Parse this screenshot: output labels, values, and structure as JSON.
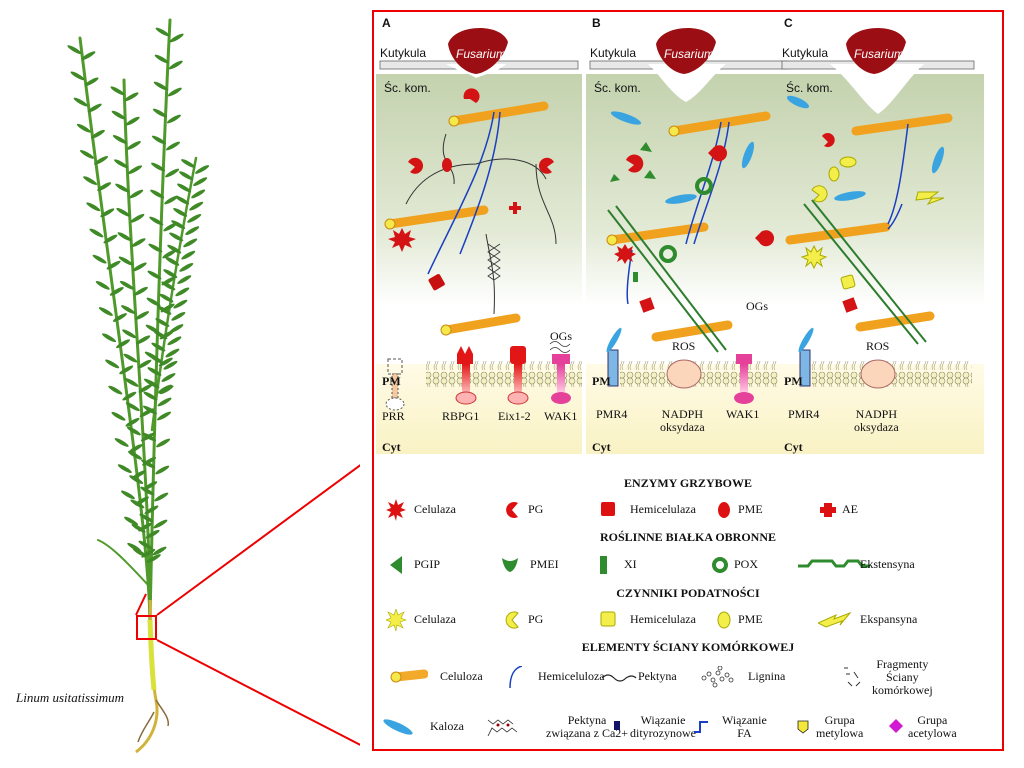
{
  "species_label": "Linum usitatissimum",
  "colors": {
    "frame": "#ee0000",
    "fusarium": "#9b0f14",
    "enzyme_red": "#dd1111",
    "defense_green": "#2e8b2e",
    "susceptibility_yellow": "#f3ee4a",
    "cellulose": "#f3a92a",
    "hemicellulose": "#1a3fc4",
    "callose": "#3aa4e0",
    "acetyl": "#d21ad2",
    "methyl": "#f6e83a",
    "wall_bg_top": "#c6d3b2",
    "cyt_bg": "#fbf6d3"
  },
  "panels": [
    {
      "id": "A",
      "letter": "A",
      "cuticle_label": "Kutykula",
      "pathogen_label": "Fusarium",
      "wall_label": "Śc. kom.",
      "pm_label": "PM",
      "cyt_label": "Cyt",
      "og_label": "OGs",
      "receptors": [
        {
          "name": "PRR",
          "sub": ""
        },
        {
          "name": "RBPG1",
          "sub": ""
        },
        {
          "name": "Eix1-2",
          "sub": ""
        },
        {
          "name": "WAK1",
          "sub": ""
        }
      ]
    },
    {
      "id": "B",
      "letter": "B",
      "cuticle_label": "Kutykula",
      "pathogen_label": "Fusarium",
      "wall_label": "Śc. kom.",
      "pm_label": "PM",
      "cyt_label": "Cyt",
      "og_label": "OGs",
      "ros_label": "ROS",
      "receptors": [
        {
          "name": "PMR4",
          "sub": ""
        },
        {
          "name": "NADPH",
          "sub": "oksydaza"
        },
        {
          "name": "WAK1",
          "sub": ""
        }
      ]
    },
    {
      "id": "C",
      "letter": "C",
      "cuticle_label": "Kutykula",
      "pathogen_label": "Fusarium",
      "wall_label": "Śc. kom.",
      "pm_label": "PM",
      "cyt_label": "Cyt",
      "ros_label": "ROS",
      "receptors": [
        {
          "name": "PMR4",
          "sub": ""
        },
        {
          "name": "NADPH",
          "sub": "oksydaza"
        }
      ]
    }
  ],
  "legend": {
    "sections": [
      {
        "title": "ENZYMY GRZYBOWE",
        "items": [
          {
            "icon": "red-starburst-icon",
            "label": "Celulaza"
          },
          {
            "icon": "red-pacman-icon",
            "label": "PG"
          },
          {
            "icon": "red-square-icon",
            "label": "Hemicelulaza"
          },
          {
            "icon": "red-oval-icon",
            "label": "PME"
          },
          {
            "icon": "red-cross-icon",
            "label": "AE"
          }
        ]
      },
      {
        "title": "ROŚLINNE BIAŁKA OBRONNE",
        "items": [
          {
            "icon": "green-triangle-icon",
            "label": "PGIP"
          },
          {
            "icon": "green-cup-icon",
            "label": "PMEI"
          },
          {
            "icon": "green-block-icon",
            "label": "XI"
          },
          {
            "icon": "green-ring-icon",
            "label": "POX"
          },
          {
            "icon": "green-extensin-icon",
            "label": "Ekstensyna"
          }
        ]
      },
      {
        "title": "CZYNNIKI PODATNOŚCI",
        "items": [
          {
            "icon": "yellow-starburst-icon",
            "label": "Celulaza"
          },
          {
            "icon": "yellow-pacman-icon",
            "label": "PG"
          },
          {
            "icon": "yellow-square-icon",
            "label": "Hemicelulaza"
          },
          {
            "icon": "yellow-oval-icon",
            "label": "PME"
          },
          {
            "icon": "yellow-lightning-icon",
            "label": "Ekspansyna"
          }
        ]
      },
      {
        "title": "ELEMENTY ŚCIANY KOMÓRKOWEJ",
        "items": [
          {
            "icon": "cellulose-rod-icon",
            "label": "Celuloza"
          },
          {
            "icon": "hemicellulose-curve-icon",
            "label": "Hemiceluloza"
          },
          {
            "icon": "pectin-wave-icon",
            "label": "Pektyna"
          },
          {
            "icon": "lignin-cluster-icon",
            "label": "Lignina"
          },
          {
            "icon": "wall-fragments-icon",
            "label_lines": [
              "Fragmenty",
              "Ściany",
              "komórkowej"
            ]
          },
          {
            "icon": "callose-icon",
            "label": "Kaloza"
          },
          {
            "icon": "ca-pectin-icon",
            "label_lines": [
              "Pektyna",
              "związana z Ca2+"
            ]
          },
          {
            "icon": "dityrosine-bond-icon",
            "label_lines": [
              "Wiązanie",
              "dityrozynowe"
            ]
          },
          {
            "icon": "fa-bond-icon",
            "label_lines": [
              "Wiązanie",
              "FA"
            ]
          },
          {
            "icon": "methyl-group-icon",
            "label_lines": [
              "Grupa",
              "metylowa"
            ]
          },
          {
            "icon": "acetyl-group-icon",
            "label_lines": [
              "Grupa",
              "acetylowa"
            ]
          }
        ]
      }
    ]
  }
}
